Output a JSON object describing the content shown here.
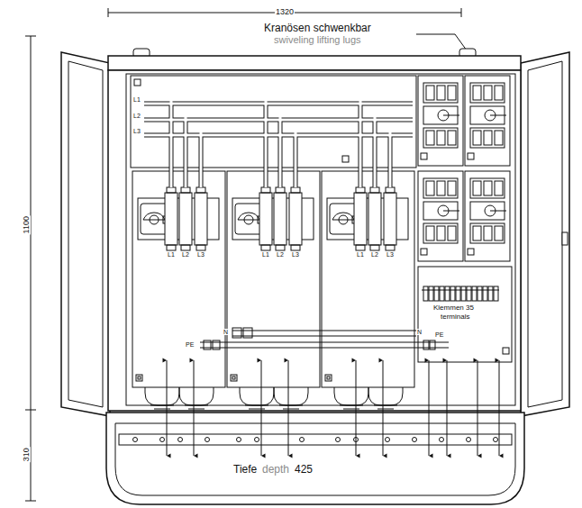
{
  "diagram": {
    "labels": [
      "1320",
      "Kranösen schwenkbar",
      "swiveling lifting lugs",
      "1100",
      "310",
      "L1",
      "L2",
      "L3",
      "L1",
      "L2",
      "L3",
      "L1",
      "L2",
      "L3",
      "L1",
      "L2",
      "L3",
      "N",
      "PE",
      "N",
      "PE",
      "Klemmen 35",
      "terminals",
      "Tiefe",
      "depth",
      "425"
    ]
  }
}
